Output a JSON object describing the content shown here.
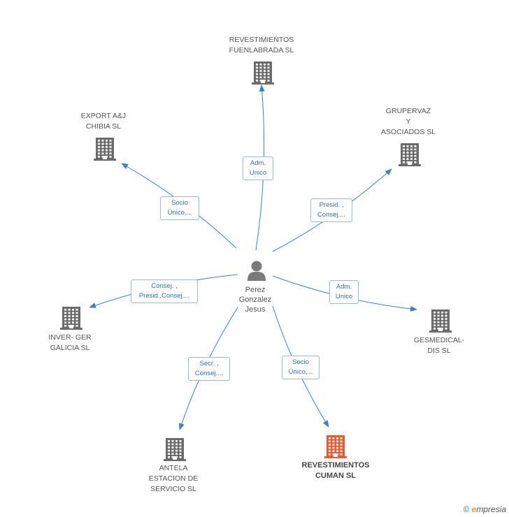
{
  "center": {
    "name": "Perez\nGonzalez\nJesus"
  },
  "nodes": [
    {
      "id": "fuenlabrada",
      "label": "REVESTIMIENTOS\nFUENLABRADA SL",
      "role": "Adm.\nUnico",
      "highlight": false
    },
    {
      "id": "export",
      "label": "EXPORT A&J\nCHIBIA  SL",
      "role": "Socio\nÚnico,...",
      "highlight": false
    },
    {
      "id": "grupervaz",
      "label": "GRUPERVAZ\nY\nASOCIADOS SL",
      "role": "Presid. ,\nConsej....",
      "highlight": false
    },
    {
      "id": "inverger",
      "label": "INVER- GER\nGALICIA SL",
      "role": "Consej. ,\nPresid.,Consej....",
      "highlight": false
    },
    {
      "id": "gesmedical",
      "label": "GESMEDICAL-\nDIS SL",
      "role": "Adm.\nUnico",
      "highlight": false
    },
    {
      "id": "antela",
      "label": "ANTELA\nESTACION DE\nSERVICIO SL",
      "role": "Secr. ,\nConsej....",
      "highlight": false
    },
    {
      "id": "cuman",
      "label": "REVESTIMIENTOS\nCUMAN SL",
      "role": "Socio\nÚnico,...",
      "highlight": true
    }
  ],
  "colors": {
    "edge": "#3a7fd5",
    "building": "#6b6b6b",
    "building_highlight": "#ee5a2e",
    "person": "#7a7a7a"
  },
  "footer": {
    "copyright": "©",
    "brand_initial": "e",
    "brand_rest": "mpresia"
  }
}
